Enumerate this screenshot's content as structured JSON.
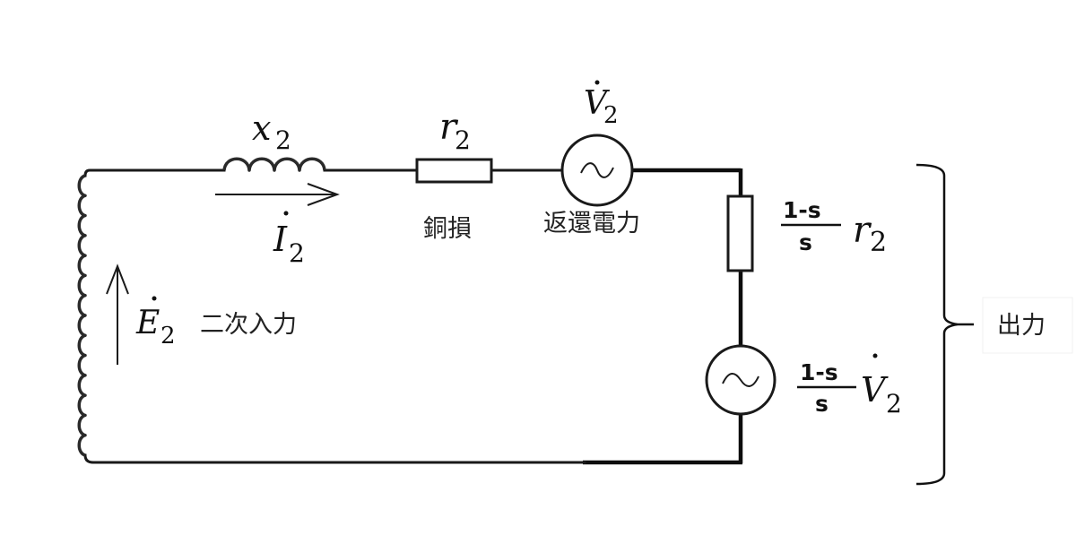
{
  "diagram": {
    "type": "equivalent-circuit",
    "subject": "induction motor secondary equivalent circuit",
    "components": {
      "reactance": {
        "symbol": "x",
        "subscript": "2"
      },
      "current": {
        "symbol": "I",
        "subscript": "2",
        "dot": true
      },
      "resistance": {
        "symbol": "r",
        "subscript": "2",
        "caption": "銅損"
      },
      "source_top": {
        "symbol": "V",
        "subscript": "2",
        "dot": true,
        "caption": "返還電力"
      },
      "emf": {
        "symbol": "E",
        "subscript": "2",
        "dot": true,
        "caption": "二次入力"
      },
      "load_resistance": {
        "numerator": "1-s",
        "denominator": "s",
        "symbol": "r",
        "subscript": "2"
      },
      "source_bottom": {
        "numerator": "1-s",
        "denominator": "s",
        "symbol": "V",
        "subscript": "2",
        "dot": true
      }
    },
    "brace_label": "出力"
  }
}
